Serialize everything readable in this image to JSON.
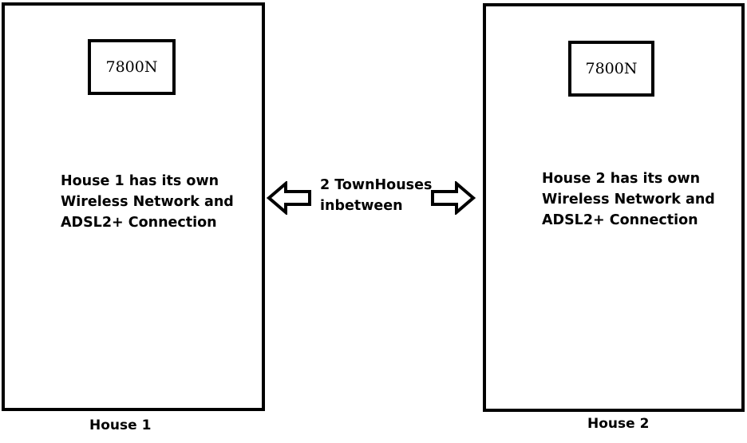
{
  "house1": {
    "router_label": "7800N",
    "description_lines": [
      "House 1 has its own",
      "Wireless Network and",
      "ADSL2+ Connection"
    ],
    "caption": "House 1"
  },
  "house2": {
    "router_label": "7800N",
    "description_lines": [
      "House 2 has its own",
      "Wireless Network and",
      "ADSL2+ Connection"
    ],
    "caption": "House 2"
  },
  "between": {
    "lines": [
      "2 TownHouses",
      "inbetween"
    ],
    "left_arrow_icon": "arrow-left-icon",
    "right_arrow_icon": "arrow-right-icon"
  }
}
